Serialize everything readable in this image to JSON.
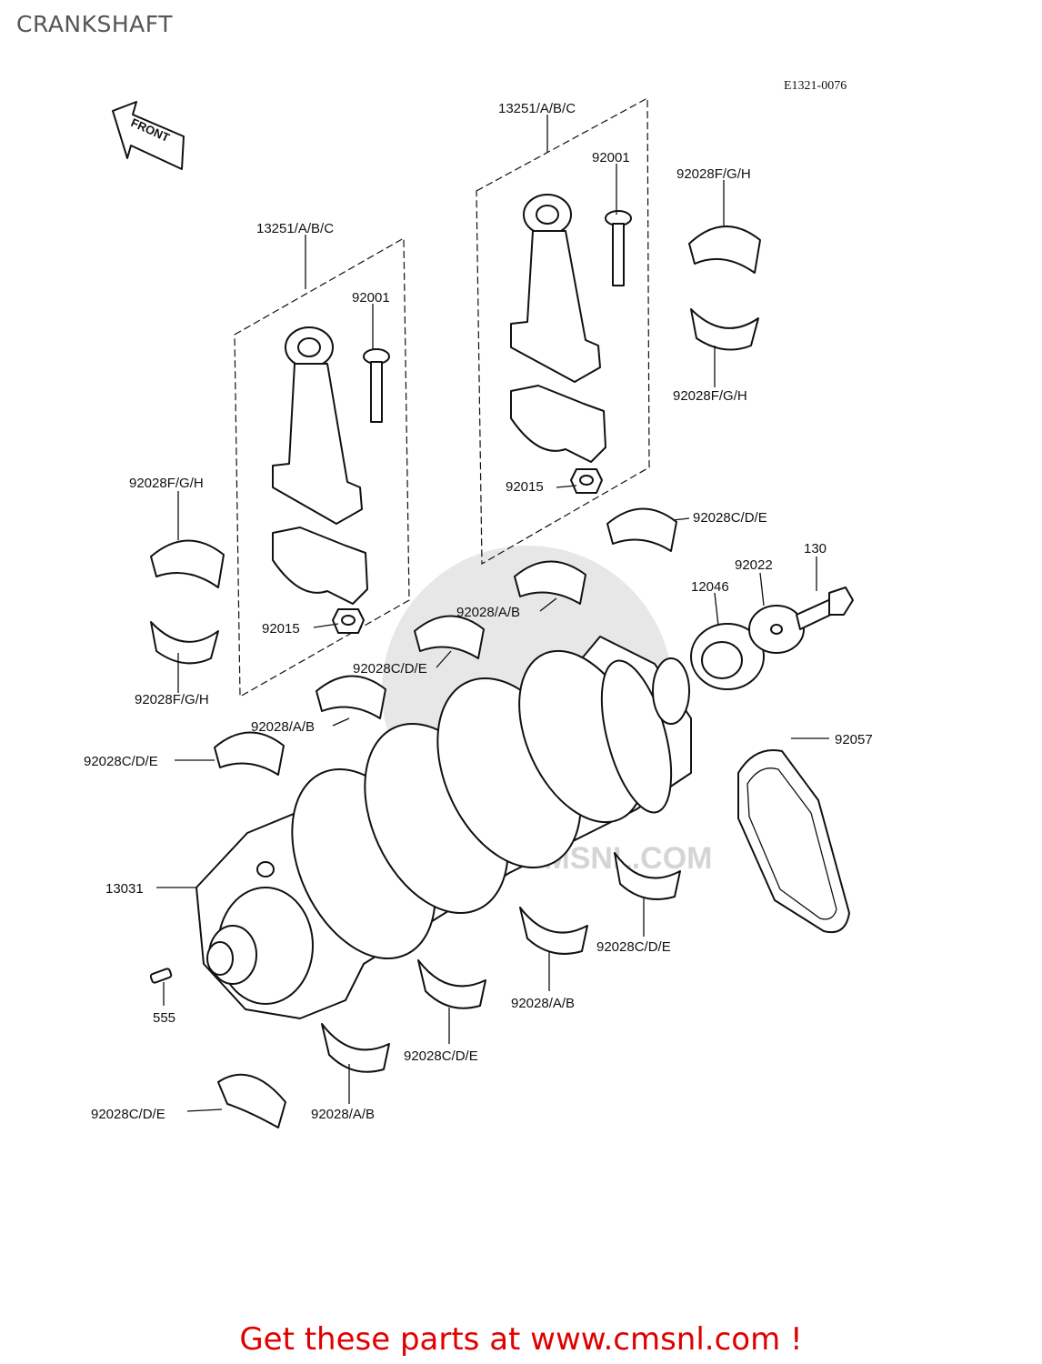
{
  "header": {
    "title": "CRANKSHAFT"
  },
  "diagram": {
    "code": "E1321-0076",
    "front_label": "FRONT",
    "watermark": "WWW.CMSNL.COM",
    "labels": {
      "rod_right": "13251/A/B/C",
      "rod_left": "13251/A/B/C",
      "bolt_right": "92001",
      "bolt_left": "92001",
      "nut_right": "92015",
      "nut_left": "92015",
      "rb_fgh_top": "92028F/G/H",
      "rb_fgh_bottom": "92028F/G/H",
      "lb_fgh_top": "92028F/G/H",
      "lb_fgh_bottom": "92028F/G/H",
      "mb_cde_1": "92028C/D/E",
      "mb_ab_1": "92028/A/B",
      "mb_cde_2": "92028C/D/E",
      "mb_ab_2": "92028/A/B",
      "mb_cde_3": "92028C/D/E",
      "washer": "92022",
      "bolt_130": "130",
      "sprocket": "12046",
      "chain": "92057",
      "crankshaft": "13031",
      "pin": "555",
      "lb_cde_1": "92028C/D/E",
      "lb_ab_1": "92028/A/B",
      "lb_cde_2": "92028C/D/E",
      "lb_ab_2": "92028/A/B",
      "lb_cde_3": "92028C/D/E"
    }
  },
  "footer": {
    "text": "Get these parts at www.cmsnl.com !"
  }
}
